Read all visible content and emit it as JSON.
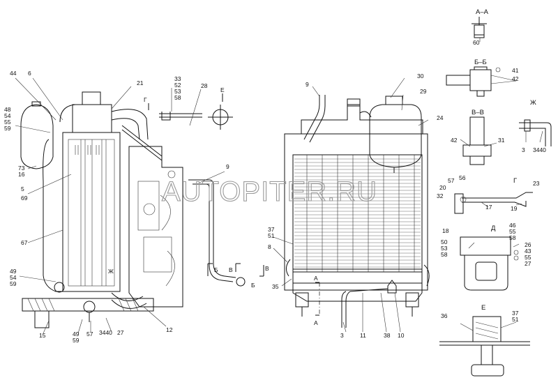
{
  "watermark": "AUTOPITER.RU",
  "sections": {
    "aa": "А–А",
    "bb": "Б–Б",
    "vv": "В–В",
    "g": "Г",
    "d": "Д",
    "e": "Е",
    "zh": "Ж"
  },
  "markers": {
    "g_top": "Г",
    "e_top": "Е",
    "a_left": "А",
    "a_bottom": "А",
    "b_mid": "Б",
    "b_low": "Б",
    "v_mid": "В",
    "v_right": "В",
    "zh_mid": "Ж"
  },
  "callouts": {
    "c44": "44",
    "c6": "6",
    "c48": "48",
    "c48s": "54",
    "c48t": "55",
    "c48u": "59",
    "c73": "73",
    "c16": "16",
    "c5": "5",
    "c69": "69",
    "c67": "67",
    "c49": "49",
    "c49s": "54",
    "c49t": "59",
    "c15": "15",
    "c49b": "49",
    "c49bs": "59",
    "c57a": "57",
    "c3440a": "3440",
    "c27a": "27",
    "c21": "21",
    "c33": "33",
    "c52": "52",
    "c53": "53",
    "c58": "58",
    "c28": "28",
    "c9a": "9",
    "c12": "12",
    "c9b": "9",
    "c30": "30",
    "c29": "29",
    "c24": "24",
    "c37": "37",
    "c51": "51",
    "c8": "8",
    "c35": "35",
    "c3": "3",
    "c11": "11",
    "c38": "38",
    "c10": "10",
    "c60": "60",
    "c41": "41",
    "c42a": "42",
    "c42b": "42",
    "c31": "31",
    "c3z": "3",
    "c3440z": "3440",
    "c57b": "57",
    "c56": "56",
    "c20": "20",
    "c32": "32",
    "c17": "17",
    "c19": "19",
    "c23": "23",
    "c18": "18",
    "c46": "46",
    "c46s": "55",
    "c46t": "58",
    "c50": "50",
    "c50s": "53",
    "c50t": "58",
    "c26": "26",
    "c43": "43",
    "c55": "55",
    "c27b": "27",
    "c36": "36",
    "c37b": "37",
    "c51b": "51"
  }
}
